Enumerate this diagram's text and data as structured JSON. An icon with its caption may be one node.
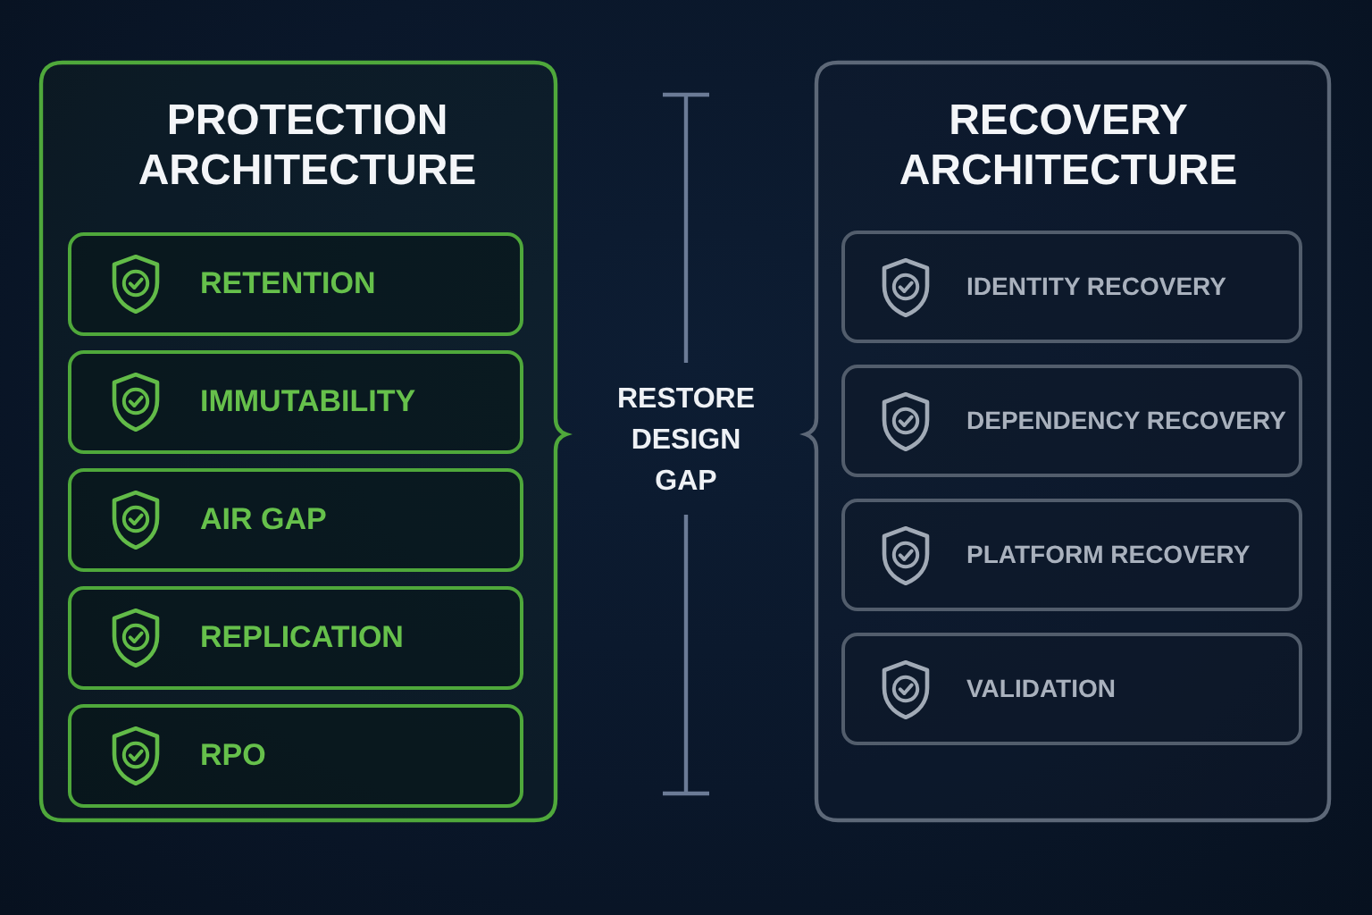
{
  "diagram": {
    "nodes": [
      {
        "text": [
          "PROTECTION ARCHITECTURE"
        ]
      },
      {
        "text": [
          "RETENTION"
        ],
        "in": 0
      },
      {
        "text": [
          "IMMUTABILITY"
        ],
        "in": 0
      },
      {
        "text": [
          "AIR GAP"
        ],
        "in": 0
      },
      {
        "text": [
          "REPLICATION"
        ],
        "in": 0
      },
      {
        "text": [
          "RPO"
        ],
        "in": 0
      },
      {
        "text": [
          "RECOVERY ARCHITECTURE"
        ]
      },
      {
        "text": [
          "IDENTITY RECOVERY"
        ],
        "in": 6
      },
      {
        "text": [
          "DEPENDENCY RECOVERY"
        ],
        "in": 6
      },
      {
        "text": [
          "PLATFORM RECOVERY"
        ],
        "in": 6
      },
      {
        "text": [
          "VALIDATION"
        ],
        "in": 6
      }
    ],
    "labels": [
      "RESTORE DESIGN GAP"
    ]
  }
}
